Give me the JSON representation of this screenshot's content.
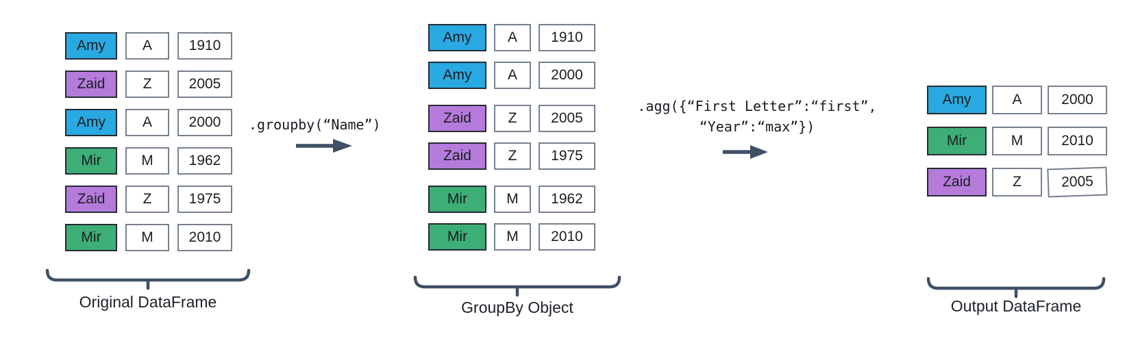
{
  "colors": {
    "amy_blue": "#29A9E1",
    "zaid_purple": "#B57BDB",
    "mir_green": "#3DAE76",
    "accent_slate": "#3F4F66",
    "cell_border_gray": "#75808d",
    "name_border_dark": "#262a33"
  },
  "transform1": {
    "code": ".groupby(“Name”)"
  },
  "transform2": {
    "code_line1": ".agg({“First Letter”:“first”,",
    "code_line2": "“Year”:“max”})"
  },
  "original": {
    "label": "Original DataFrame",
    "rows": [
      {
        "name": "Amy",
        "color": "#29A9E1",
        "letter": "A",
        "year": "1910"
      },
      {
        "name": "Zaid",
        "color": "#B57BDB",
        "letter": "Z",
        "year": "2005"
      },
      {
        "name": "Amy",
        "color": "#29A9E1",
        "letter": "A",
        "year": "2000"
      },
      {
        "name": "Mir",
        "color": "#3DAE76",
        "letter": "M",
        "year": "1962"
      },
      {
        "name": "Zaid",
        "color": "#B57BDB",
        "letter": "Z",
        "year": "1975"
      },
      {
        "name": "Mir",
        "color": "#3DAE76",
        "letter": "M",
        "year": "2010"
      }
    ]
  },
  "groupby": {
    "label": "GroupBy Object",
    "groups": [
      [
        {
          "name": "Amy",
          "color": "#29A9E1",
          "letter": "A",
          "year": "1910"
        },
        {
          "name": "Amy",
          "color": "#29A9E1",
          "letter": "A",
          "year": "2000"
        }
      ],
      [
        {
          "name": "Zaid",
          "color": "#B57BDB",
          "letter": "Z",
          "year": "2005"
        },
        {
          "name": "Zaid",
          "color": "#B57BDB",
          "letter": "Z",
          "year": "1975"
        }
      ],
      [
        {
          "name": "Mir",
          "color": "#3DAE76",
          "letter": "M",
          "year": "1962"
        },
        {
          "name": "Mir",
          "color": "#3DAE76",
          "letter": "M",
          "year": "2010"
        }
      ]
    ]
  },
  "output": {
    "label": "Output DataFrame",
    "rows": [
      {
        "name": "Amy",
        "color": "#29A9E1",
        "letter": "A",
        "year": "2000"
      },
      {
        "name": "Mir",
        "color": "#3DAE76",
        "letter": "M",
        "year": "2010"
      },
      {
        "name": "Zaid",
        "color": "#B57BDB",
        "letter": "Z",
        "year": "2005"
      }
    ]
  }
}
